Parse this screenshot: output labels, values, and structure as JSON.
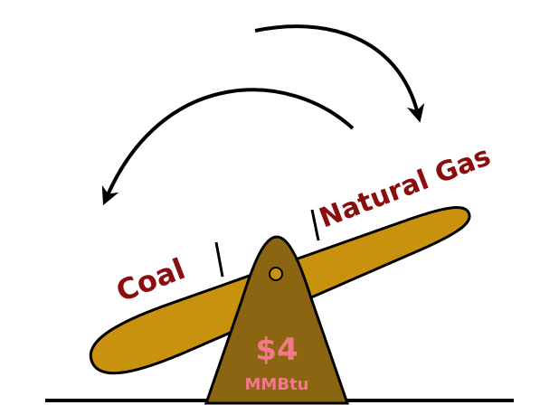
{
  "labels": {
    "left": "Coal",
    "right": "Natural Gas",
    "price": "$4",
    "unit": "MMBtu"
  },
  "colors": {
    "beam": "#C9920E",
    "fulcrum": "#8B6512",
    "label_text": "#8B0D0D",
    "price_text": "#F07A86",
    "outline": "#000000"
  }
}
